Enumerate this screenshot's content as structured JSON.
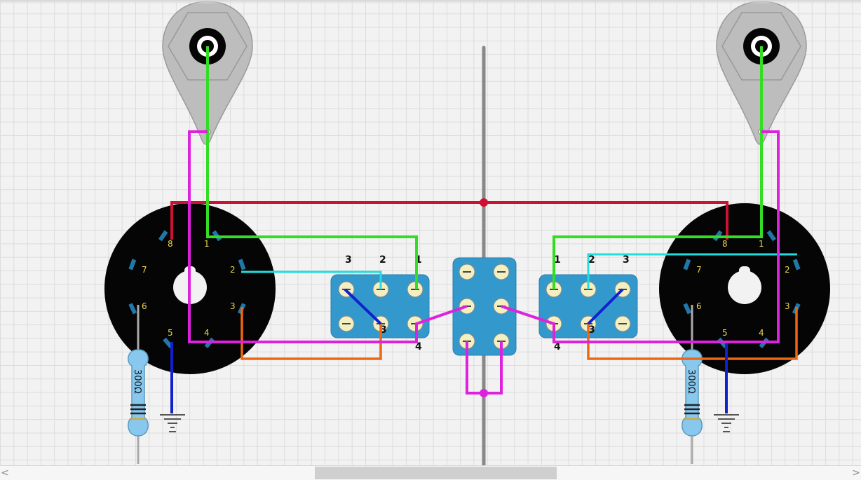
{
  "colors": {
    "wire_red": "#cc1133",
    "wire_green": "#33dd22",
    "wire_magenta": "#dd22dd",
    "wire_cyan": "#22dddd",
    "wire_orange": "#ee6611",
    "wire_blue": "#1122cc",
    "switch_body": "#3399cc",
    "pot_body": "#bbbbbb",
    "socket_body": "#050505",
    "resistor_body": "#88c8ee"
  },
  "octal_socket_pins": [
    "8",
    "1",
    "7",
    "2",
    "6",
    "3",
    "5",
    "4"
  ],
  "left_switch_pins": {
    "top_left": "3",
    "top_mid": "2",
    "top_right": "1",
    "bottom_mid": "3",
    "bottom_right": "4"
  },
  "right_switch_pins": {
    "top_left": "1",
    "top_mid": "2",
    "top_right": "3",
    "bottom_mid": "3",
    "bottom_left": "4"
  },
  "resistor_label": "300Ω",
  "scrollbar": {
    "left_arrow": "<",
    "right_arrow": ">"
  }
}
